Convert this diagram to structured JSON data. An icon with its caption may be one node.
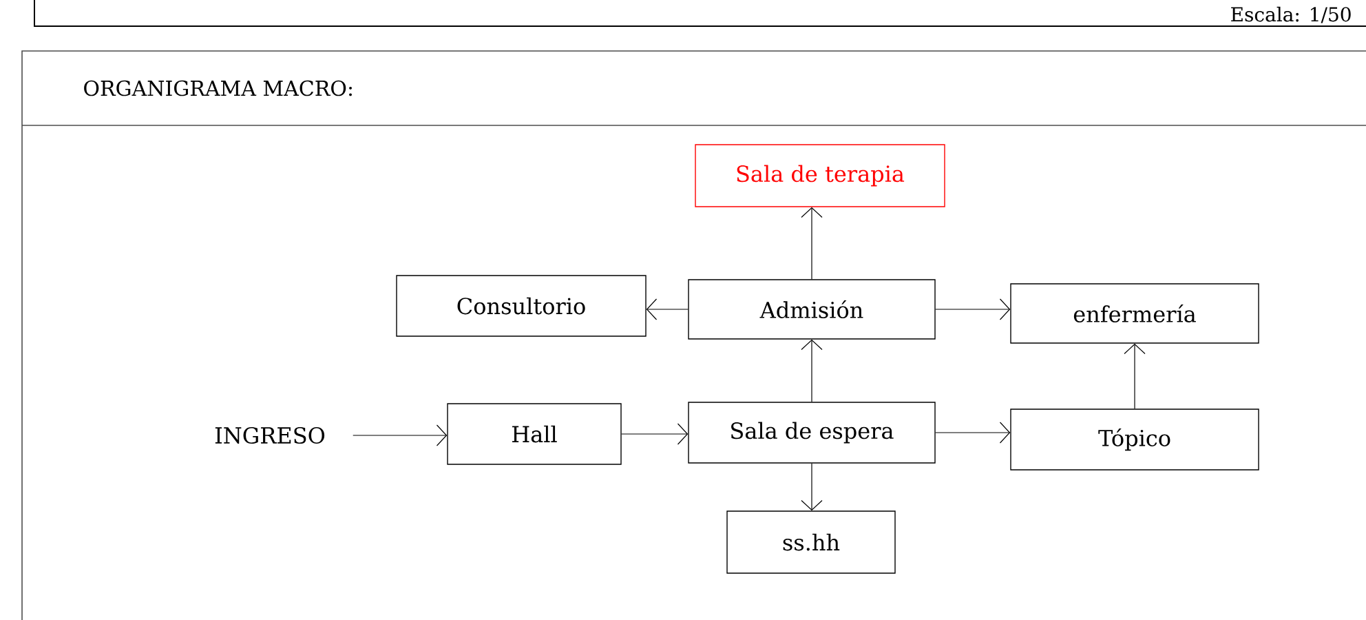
{
  "diagram": {
    "title": "ORGANIGRAMA MACRO:",
    "nodes": [
      {
        "text": [
          "INGRESO"
        ]
      },
      {
        "text": [
          "Hall"
        ]
      },
      {
        "text": [
          "Sala de espera"
        ]
      },
      {
        "text": [
          "Admisión"
        ]
      },
      {
        "text": [
          "Sala de terapia"
        ]
      },
      {
        "text": [
          "Consultorio"
        ]
      },
      {
        "text": [
          "enfermería"
        ]
      },
      {
        "text": [
          "Tópico"
        ]
      },
      {
        "text": [
          "ss.hh"
        ]
      }
    ],
    "edges": [
      {
        "from": 0,
        "to": 1,
        "arrow": "to"
      },
      {
        "from": 1,
        "to": 2,
        "arrow": "to"
      },
      {
        "from": 2,
        "to": 3,
        "arrow": "to"
      },
      {
        "from": 3,
        "to": 4,
        "arrow": "to"
      },
      {
        "from": 3,
        "to": 5,
        "arrow": "to"
      },
      {
        "from": 3,
        "to": 6,
        "arrow": "to"
      },
      {
        "from": 2,
        "to": 7,
        "arrow": "to"
      },
      {
        "from": 7,
        "to": 6,
        "arrow": "to"
      },
      {
        "from": 2,
        "to": 8,
        "arrow": "to"
      }
    ],
    "labels": [
      "Escala: 1/50"
    ]
  }
}
